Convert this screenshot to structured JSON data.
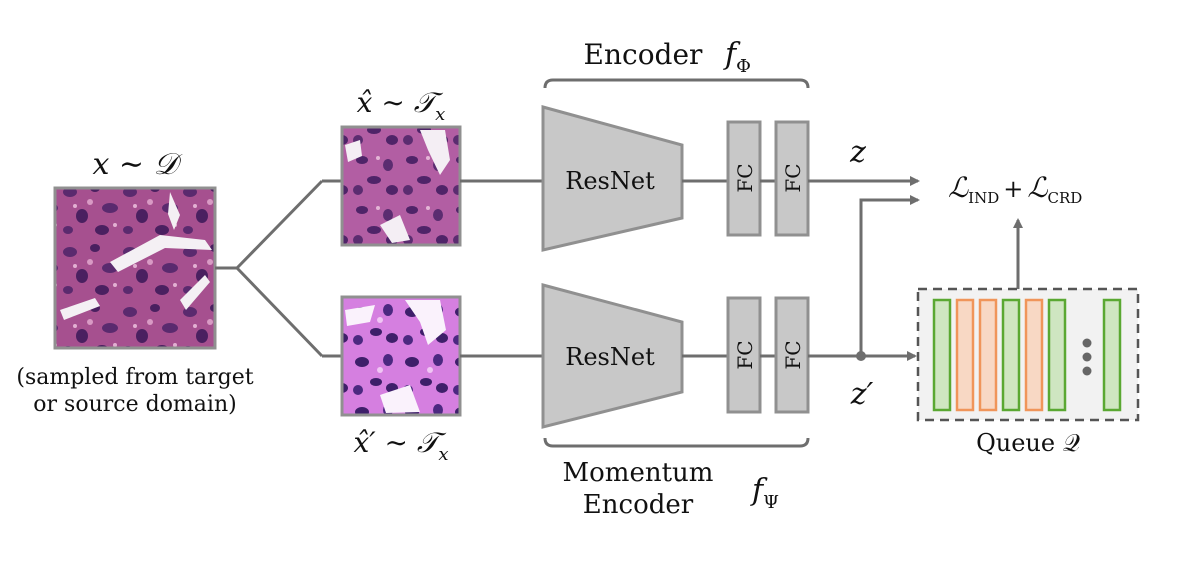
{
  "input": {
    "label": "x ∼ 𝒟",
    "caption_lines": [
      "(sampled from target",
      "or source domain)"
    ]
  },
  "views": {
    "top_label": "x̂ ∼ 𝒯",
    "top_label_sub": "x",
    "bottom_label": "x̂′ ∼ 𝒯",
    "bottom_label_sub": "x"
  },
  "encoder": {
    "title": "Encoder",
    "symbol": "f",
    "symbol_sub": "Φ",
    "backbone_label": "ResNet",
    "fc_labels": [
      "FC",
      "FC"
    ]
  },
  "momentum_encoder": {
    "title_lines": [
      "Momentum",
      "Encoder"
    ],
    "symbol": "f",
    "symbol_sub": "Ψ",
    "backbone_label": "ResNet",
    "fc_labels": [
      "FC",
      "FC"
    ]
  },
  "outputs": {
    "z": "z",
    "z_prime": "z′"
  },
  "loss": {
    "L1": "ℒ",
    "L1_sub": "IND",
    "plus": "+",
    "L2": "ℒ",
    "L2_sub": "CRD"
  },
  "queue": {
    "label": "Queue 𝒬",
    "bar_colors": [
      "green",
      "orange",
      "orange",
      "green",
      "orange",
      "green",
      "green"
    ],
    "ellipsis": "⋮"
  },
  "colors": {
    "line": "#6e6e6e",
    "box_fill": "#c8c8c8",
    "box_stroke": "#909090",
    "queue_bg": "#f2f2f2",
    "queue_border": "#555555",
    "green_fill": "#cfe6c1",
    "green_stroke": "#5aa832",
    "orange_fill": "#f8d8c4",
    "orange_stroke": "#f0955a"
  }
}
